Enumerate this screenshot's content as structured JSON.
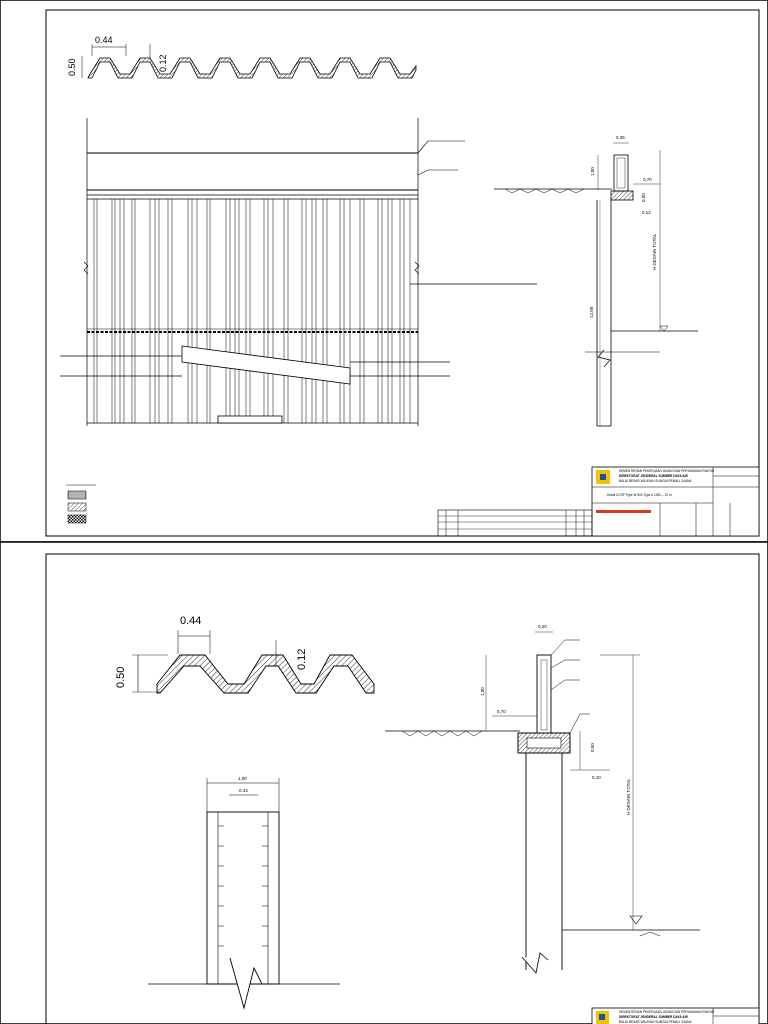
{
  "sheet1": {
    "profile_dims": {
      "width": "0.44",
      "height": "0.50",
      "thickness": "0.12"
    },
    "section_dims": {
      "top_width": "0.35",
      "cap_height": "1,00",
      "ledge": "0,70",
      "beam_depth": "0,50",
      "beam_offset": "0,12",
      "pile_length": "12,00",
      "design_height": "H DESAIN TOTAL"
    },
    "title_block": {
      "ministry": "KEMENTERIAN PEKERJAAN UMUM DAN PERUMAHAN RAKYAT",
      "directorate": "DIREKTORAT JENDERAL SUMBER DAYA AIR",
      "agency": "BALAI BESAR WILAYAH SUNGAI PEMALI JUANA",
      "drawing_title": "Detail CCSP Type W 500 Type A 1000 – 12 m"
    }
  },
  "sheet2": {
    "profile_dims": {
      "width": "0.44",
      "height": "0.50",
      "thickness": "0.12"
    },
    "pile_dims": {
      "outer_width": "1,00",
      "inner_width": "0,44"
    },
    "section_dims": {
      "top_width": "0,20",
      "cap_height": "1,00",
      "ledge": "0,70",
      "beam_depth": "0,50",
      "beam_offset": "0,10",
      "design_height": "H DESAIN TOTAL"
    },
    "title_block": {
      "ministry": "KEMENTERIAN PEKERJAAN UMUM DAN PERUMAHAN RAKYAT",
      "directorate": "DIREKTORAT JENDERAL SUMBER DAYA AIR",
      "agency": "BALAI BESAR WILAYAH SUNGAI PEMALI JUANA"
    }
  },
  "colors": {
    "line": "#000000",
    "frame_bg": "#ffffff",
    "logo_yellow": "#f2c200",
    "logo_blue": "#1f4fa3",
    "accent_red": "#d23c1e"
  }
}
